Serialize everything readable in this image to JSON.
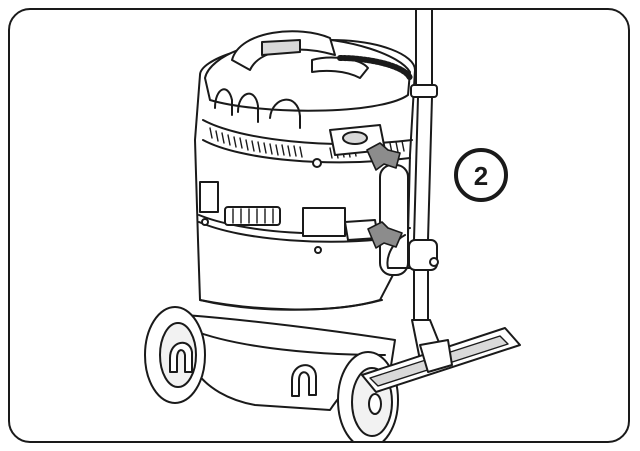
{
  "figure": {
    "step_number": "2",
    "colors": {
      "line": "#1a1a1a",
      "body_fill": "#ffffff",
      "shade": "#d9d9d9",
      "arrow": "#8c8c8c",
      "frame": "#1a1a1a"
    },
    "icons": [
      "vacuum-cleaner-illustration",
      "suction-tube",
      "floor-nozzle",
      "insertion-arrow-icon",
      "step-number-badge"
    ]
  }
}
